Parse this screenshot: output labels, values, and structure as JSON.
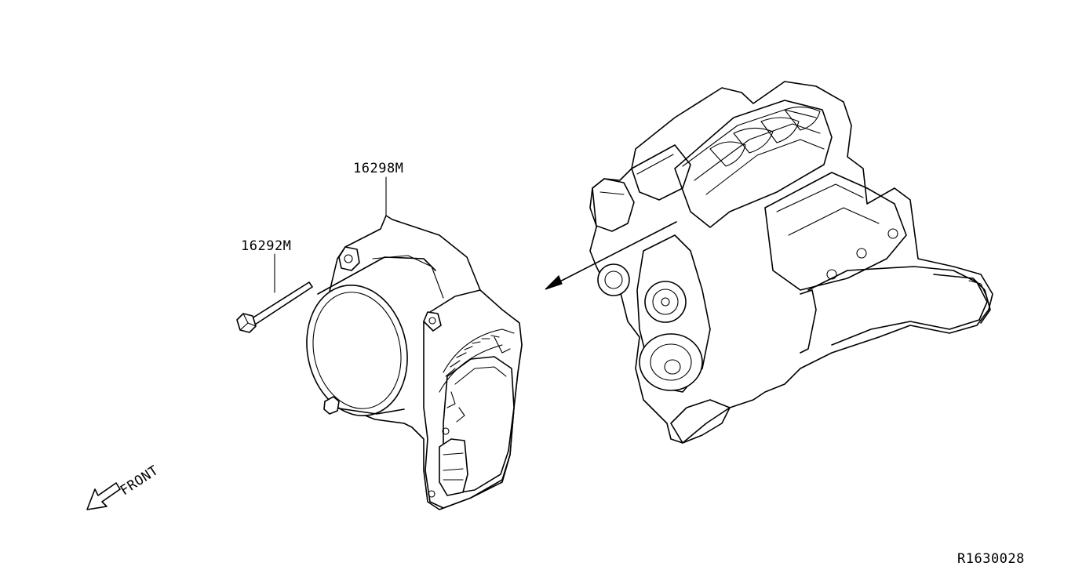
{
  "labels": {
    "throttle_body_part": "16298M",
    "bolt_part": "16292M",
    "front_indicator": "FRONT",
    "figure_code": "R1630028"
  },
  "colors": {
    "line": "#000000",
    "background": "#ffffff"
  },
  "icons": {
    "front_arrow": "hollow-arrow-lower-left"
  }
}
